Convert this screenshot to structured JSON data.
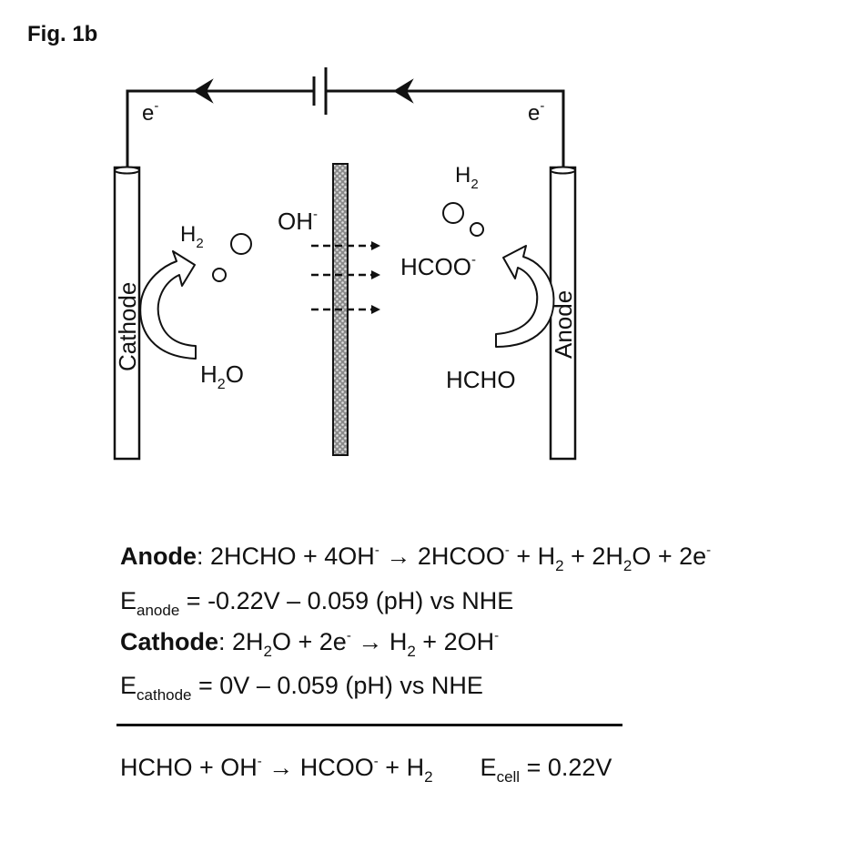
{
  "figure": {
    "label": "Fig. 1b"
  },
  "diagram": {
    "electron": "e",
    "electron_charge": "-",
    "cathode_label": "Cathode",
    "anode_label": "Anode",
    "hydroxide": "OH",
    "hydroxide_charge": "-",
    "hydrogen_left": {
      "base": "H",
      "sub": "2"
    },
    "hydrogen_right": {
      "base": "H",
      "sub": "2"
    },
    "water": {
      "base1": "H",
      "sub": "2",
      "base2": "O"
    },
    "formate": "HCOO",
    "formate_charge": "-",
    "formaldehyde": "HCHO"
  },
  "equations": {
    "anode": {
      "label": "Anode",
      "p1": ": 2HCHO + 4OH",
      "s1": "-",
      "p2": " → 2HCOO",
      "s2": "-",
      "p3": " + H",
      "b1": "2",
      "p4": " + 2H",
      "b2": "2",
      "p5": "O + 2e",
      "s3": "-"
    },
    "e_anode": {
      "E": "E",
      "sub": "anode",
      "rest": " = -0.22V – 0.059 (pH) vs NHE"
    },
    "cathode": {
      "label": "Cathode",
      "p1": ": 2H",
      "b1": "2",
      "p2": "O + 2e",
      "s1": "-",
      "p3": " → H",
      "b2": "2",
      "p4": " + 2OH",
      "s2": "-"
    },
    "e_cathode": {
      "E": "E",
      "sub": "cathode",
      "rest": " = 0V – 0.059 (pH) vs NHE"
    },
    "overall": {
      "p1": "HCHO + OH",
      "s1": "-",
      "p2": " → HCOO",
      "s2": "-",
      "p3": " + H",
      "b1": "2",
      "ecell_E": "E",
      "ecell_sub": "cell",
      "ecell_rest": " = 0.22V"
    }
  }
}
